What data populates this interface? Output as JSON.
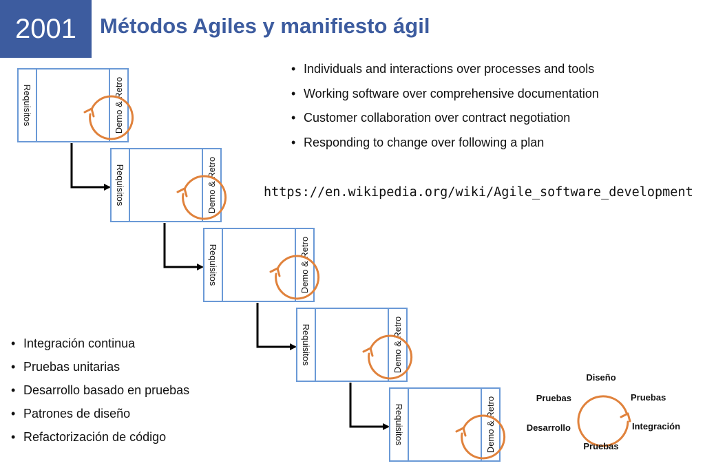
{
  "header": {
    "year": "2001",
    "title": "Métodos Agiles y manifiesto ágil"
  },
  "manifesto_values": [
    "Individuals and interactions over processes and tools",
    "Working software over comprehensive documentation",
    "Customer collaboration over contract negotiation",
    "Responding to change over following a plan"
  ],
  "reference_url": "https://en.wikipedia.org/wiki/Agile_software_development",
  "practices": [
    "Integración continua",
    "Pruebas unitarias",
    "Desarrollo basado en pruebas",
    "Patrones de diseño",
    "Refactorización de código"
  ],
  "iteration": {
    "left_label": "Requisitos",
    "right_label": "Demo & Retro",
    "count": 5
  },
  "cycle": {
    "top": "Diseño",
    "upper_left": "Pruebas",
    "upper_right": "Pruebas",
    "lower_left": "Desarrollo",
    "lower_right": "Integración",
    "bottom": "Pruebas"
  },
  "colors": {
    "accent_blue": "#3d5c9f",
    "box_border": "#6a99d6",
    "cycle_orange": "#e0823c",
    "arrow": "#000000"
  }
}
